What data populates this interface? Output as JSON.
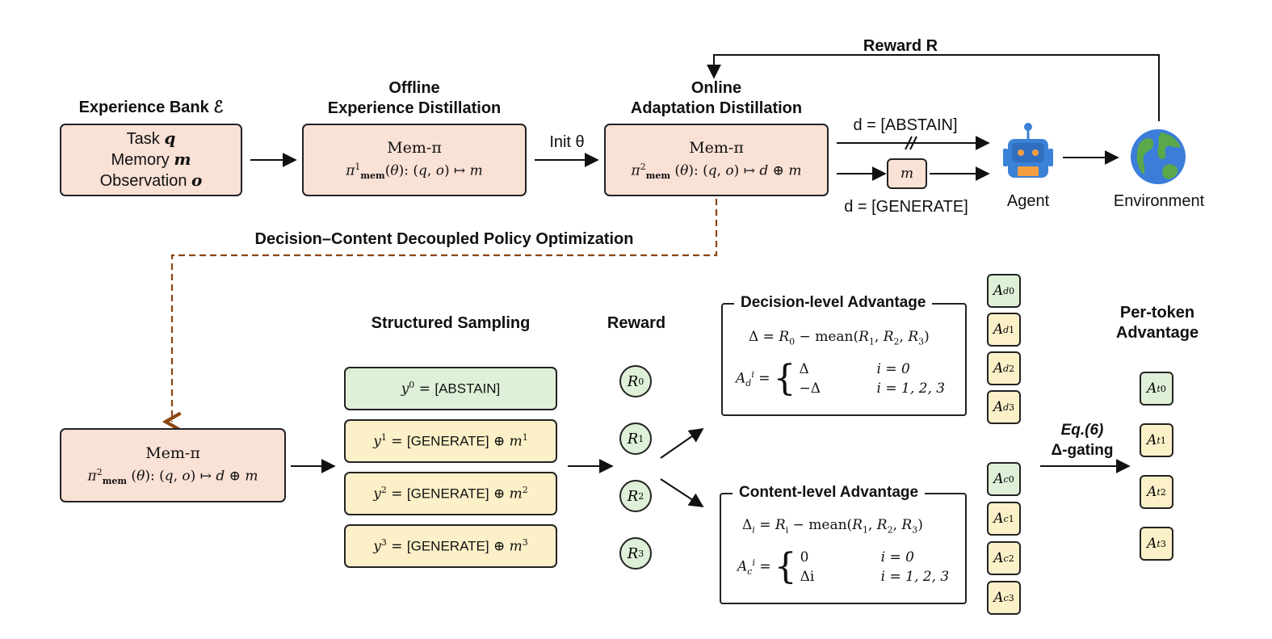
{
  "colors": {
    "pink_fill": "#f9e1d6",
    "green_fill": "#dff0d8",
    "yellow_fill": "#fcf0c8",
    "dashed_arrow": "#8b4513",
    "robot_blue": "#3b82d6",
    "robot_orange": "#f59e42",
    "globe_blue": "#3b7dd8",
    "globe_green": "#5aa84a"
  },
  "top": {
    "experience_bank": {
      "title": "Experience Bank ℰ",
      "lines": [
        "Task",
        "Memory",
        "Observation"
      ],
      "symbols": [
        "q",
        "m",
        "o"
      ]
    },
    "offline": {
      "title_line1": "Offline",
      "title_line2": "Experience Distillation",
      "box_title": "Mem-π",
      "formula": "π¹mem(θ): (q, o) ↦ m"
    },
    "init_label": "Init θ",
    "online": {
      "title_line1": "Online",
      "title_line2": "Adaptation Distillation",
      "box_title": "Mem-π",
      "formula": "π²mem (θ): (q, o) ↦ d ⊕ m"
    },
    "abstain_label": "d = [ABSTAIN]",
    "generate_label": "d = [GENERATE]",
    "memory_chip": "m",
    "agent_label": "Agent",
    "environment_label": "Environment",
    "reward_label": "Reward R",
    "icons": [
      "robot-icon",
      "globe-icon"
    ]
  },
  "dcdpo_label": "Decision–Content Decoupled Policy Optimization",
  "bottom": {
    "policy": {
      "box_title": "Mem-π",
      "formula": "π²mem (θ): (q, o) ↦ d ⊕ m"
    },
    "sampling_title": "Structured Sampling",
    "samples": [
      "y⁰ = [ABSTAIN]",
      "y¹ = [GENERATE] ⊕ m¹",
      "y² = [GENERATE] ⊕ m²",
      "y³ = [GENERATE] ⊕ m³"
    ],
    "reward_title": "Reward",
    "rewards": [
      "R0",
      "R1",
      "R2",
      "R3"
    ],
    "decision_panel": {
      "title": "Decision-level Advantage",
      "delta_eq": "Δ = R0 − mean(R1, R2, R3)",
      "case_lhs": "A_d^i =",
      "cases": [
        {
          "value": "Δ",
          "cond": "i = 0"
        },
        {
          "value": "−Δ",
          "cond": "i = 1, 2, 3"
        }
      ],
      "advantages": [
        "A_d^0",
        "A_d^1",
        "A_d^2",
        "A_d^3"
      ]
    },
    "content_panel": {
      "title": "Content-level Advantage",
      "delta_eq": "Δi = Ri − mean(R1, R2, R3)",
      "case_lhs": "A_c^i =",
      "cases": [
        {
          "value": "0",
          "cond": "i = 0"
        },
        {
          "value": "Δi",
          "cond": "i = 1, 2, 3"
        }
      ],
      "advantages": [
        "A_c^0",
        "A_c^1",
        "A_c^2",
        "A_c^3"
      ]
    },
    "gating_line1": "Eq.(6)",
    "gating_line2": "Δ-gating",
    "per_token_title_line1": "Per-token",
    "per_token_title_line2": "Advantage",
    "per_token": [
      "A_t^0",
      "A_t^1",
      "A_t^2",
      "A_t^3"
    ]
  }
}
